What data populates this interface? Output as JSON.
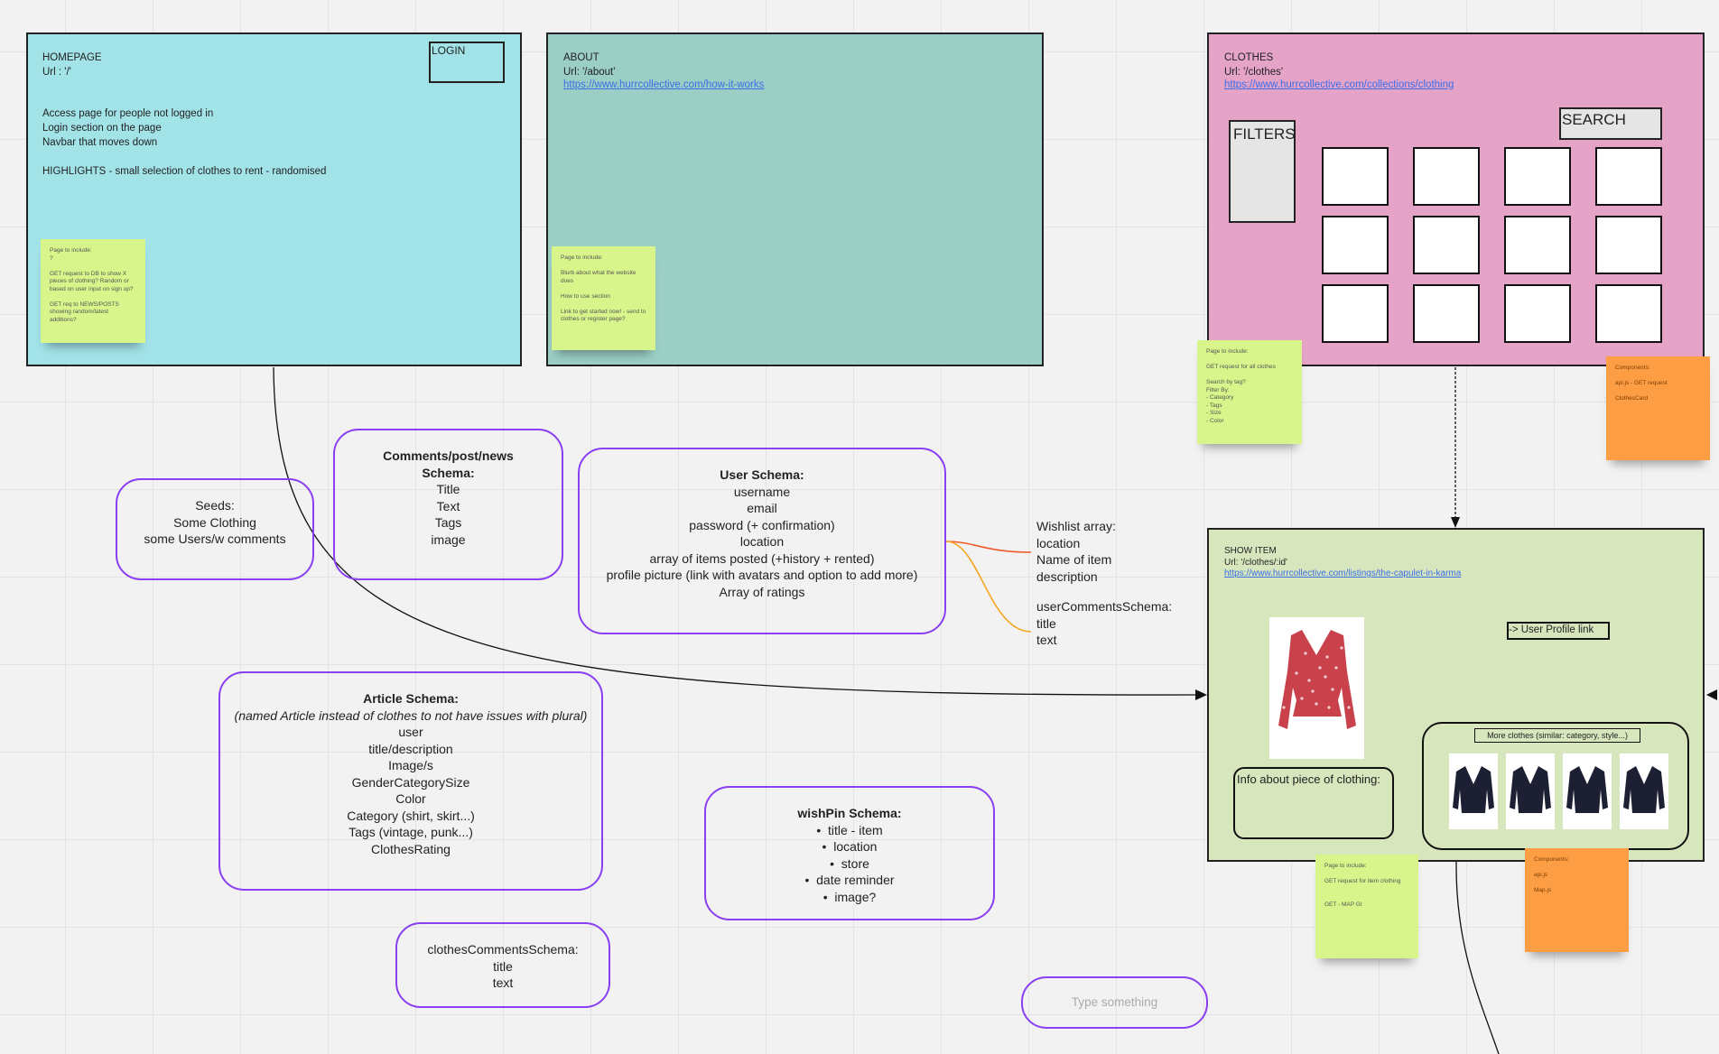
{
  "frames": {
    "homepage": {
      "title": "HOMEPAGE",
      "url": "Url : '/'",
      "login": "LOGIN",
      "desc": "Access page for people not logged in\nLogin section on the page\nNavbar that moves down\n\nHIGHLIGHTS - small selection of clothes to rent - randomised",
      "sticky": "Page to include:\n?\n\nGET request to DB to show X pieces of clothing? Random or based on user input on sign up?\n\nGET req to NEWS/POSTS showing random/latest additions?",
      "color": "#a2e3e8"
    },
    "about": {
      "title": "ABOUT",
      "url": "Url: '/about'",
      "link": "https://www.hurrcollective.com/how-it-works",
      "sticky": "Page to include:\n\nBlurb about what the website does\n\nHow to use section\n\nLink to get started now! - send to clothes or register page?",
      "color": "#9bcfc6"
    },
    "clothes": {
      "title": "CLOTHES",
      "url": "Url: '/clothes'",
      "link": "https://www.hurrcollective.com/collections/clothing",
      "filters": "FILTERS",
      "search": "SEARCH",
      "sticky_green": "Page to include:\n\nGET request for all clothes\n\nSearch by tag?\nFilter By:\n- Category\n- Tags\n- Size\n- Color",
      "sticky_orange": "Components:\n\napi.js - GET request\n\nClothesCard",
      "color": "#e6a3c8"
    },
    "show_item": {
      "title": "SHOW ITEM",
      "url": "Url: '/clothes/:id'",
      "link": "https://www.hurrcollective.com/listings/the-capulet-in-karma",
      "profile_link": "-> User Profile link",
      "info": "Info about piece of clothing:",
      "more": "More clothes (similar: category, style...)",
      "sticky_green": "Page to include:\n\nGET request for item clothing\n\n\nGET - MAP GI",
      "sticky_orange": "Components:\n\napi.js\n\nMap.js",
      "color": "#d8e6bd"
    }
  },
  "schemas": {
    "seeds": {
      "title": "Seeds:",
      "lines": [
        "Some Clothing",
        "some Users/w comments"
      ]
    },
    "comments": {
      "title": "Comments/post/news",
      "subtitle": "Schema:",
      "lines": [
        "Title",
        "Text",
        "Tags",
        "image"
      ]
    },
    "user": {
      "title": "User Schema:",
      "lines": [
        "username",
        "email",
        "password (+ confirmation)",
        "location",
        "array of items posted (+history + rented)",
        "profile picture (link with avatars and option to add more)",
        "Array of ratings"
      ]
    },
    "article": {
      "title": "Article Schema:",
      "note": "(named Article instead of clothes to not have issues with plural)",
      "lines": [
        "user",
        "title/description",
        "Image/s",
        "GenderCategorySize",
        "Color",
        "Category (shirt, skirt...)",
        "Tags (vintage, punk...)",
        "ClothesRating"
      ]
    },
    "wishpin": {
      "title": "wishPin Schema:",
      "items": [
        "title - item",
        "location",
        "store",
        "date reminder",
        "image?"
      ]
    },
    "clothes_comments": {
      "title": "clothesCommentsSchema:",
      "lines": [
        "title",
        "text"
      ]
    },
    "type_something": "Type something"
  },
  "annotations": {
    "wishlist": [
      "Wishlist array:",
      "location",
      "Name of item",
      "description"
    ],
    "user_comments": [
      "userCommentsSchema:",
      "title",
      "text"
    ]
  },
  "colors": {
    "bubble_border": "#8a3ff0",
    "sticky_green": "#d8f58b",
    "sticky_orange": "#fd9e45",
    "link": "#3a6ee8"
  }
}
